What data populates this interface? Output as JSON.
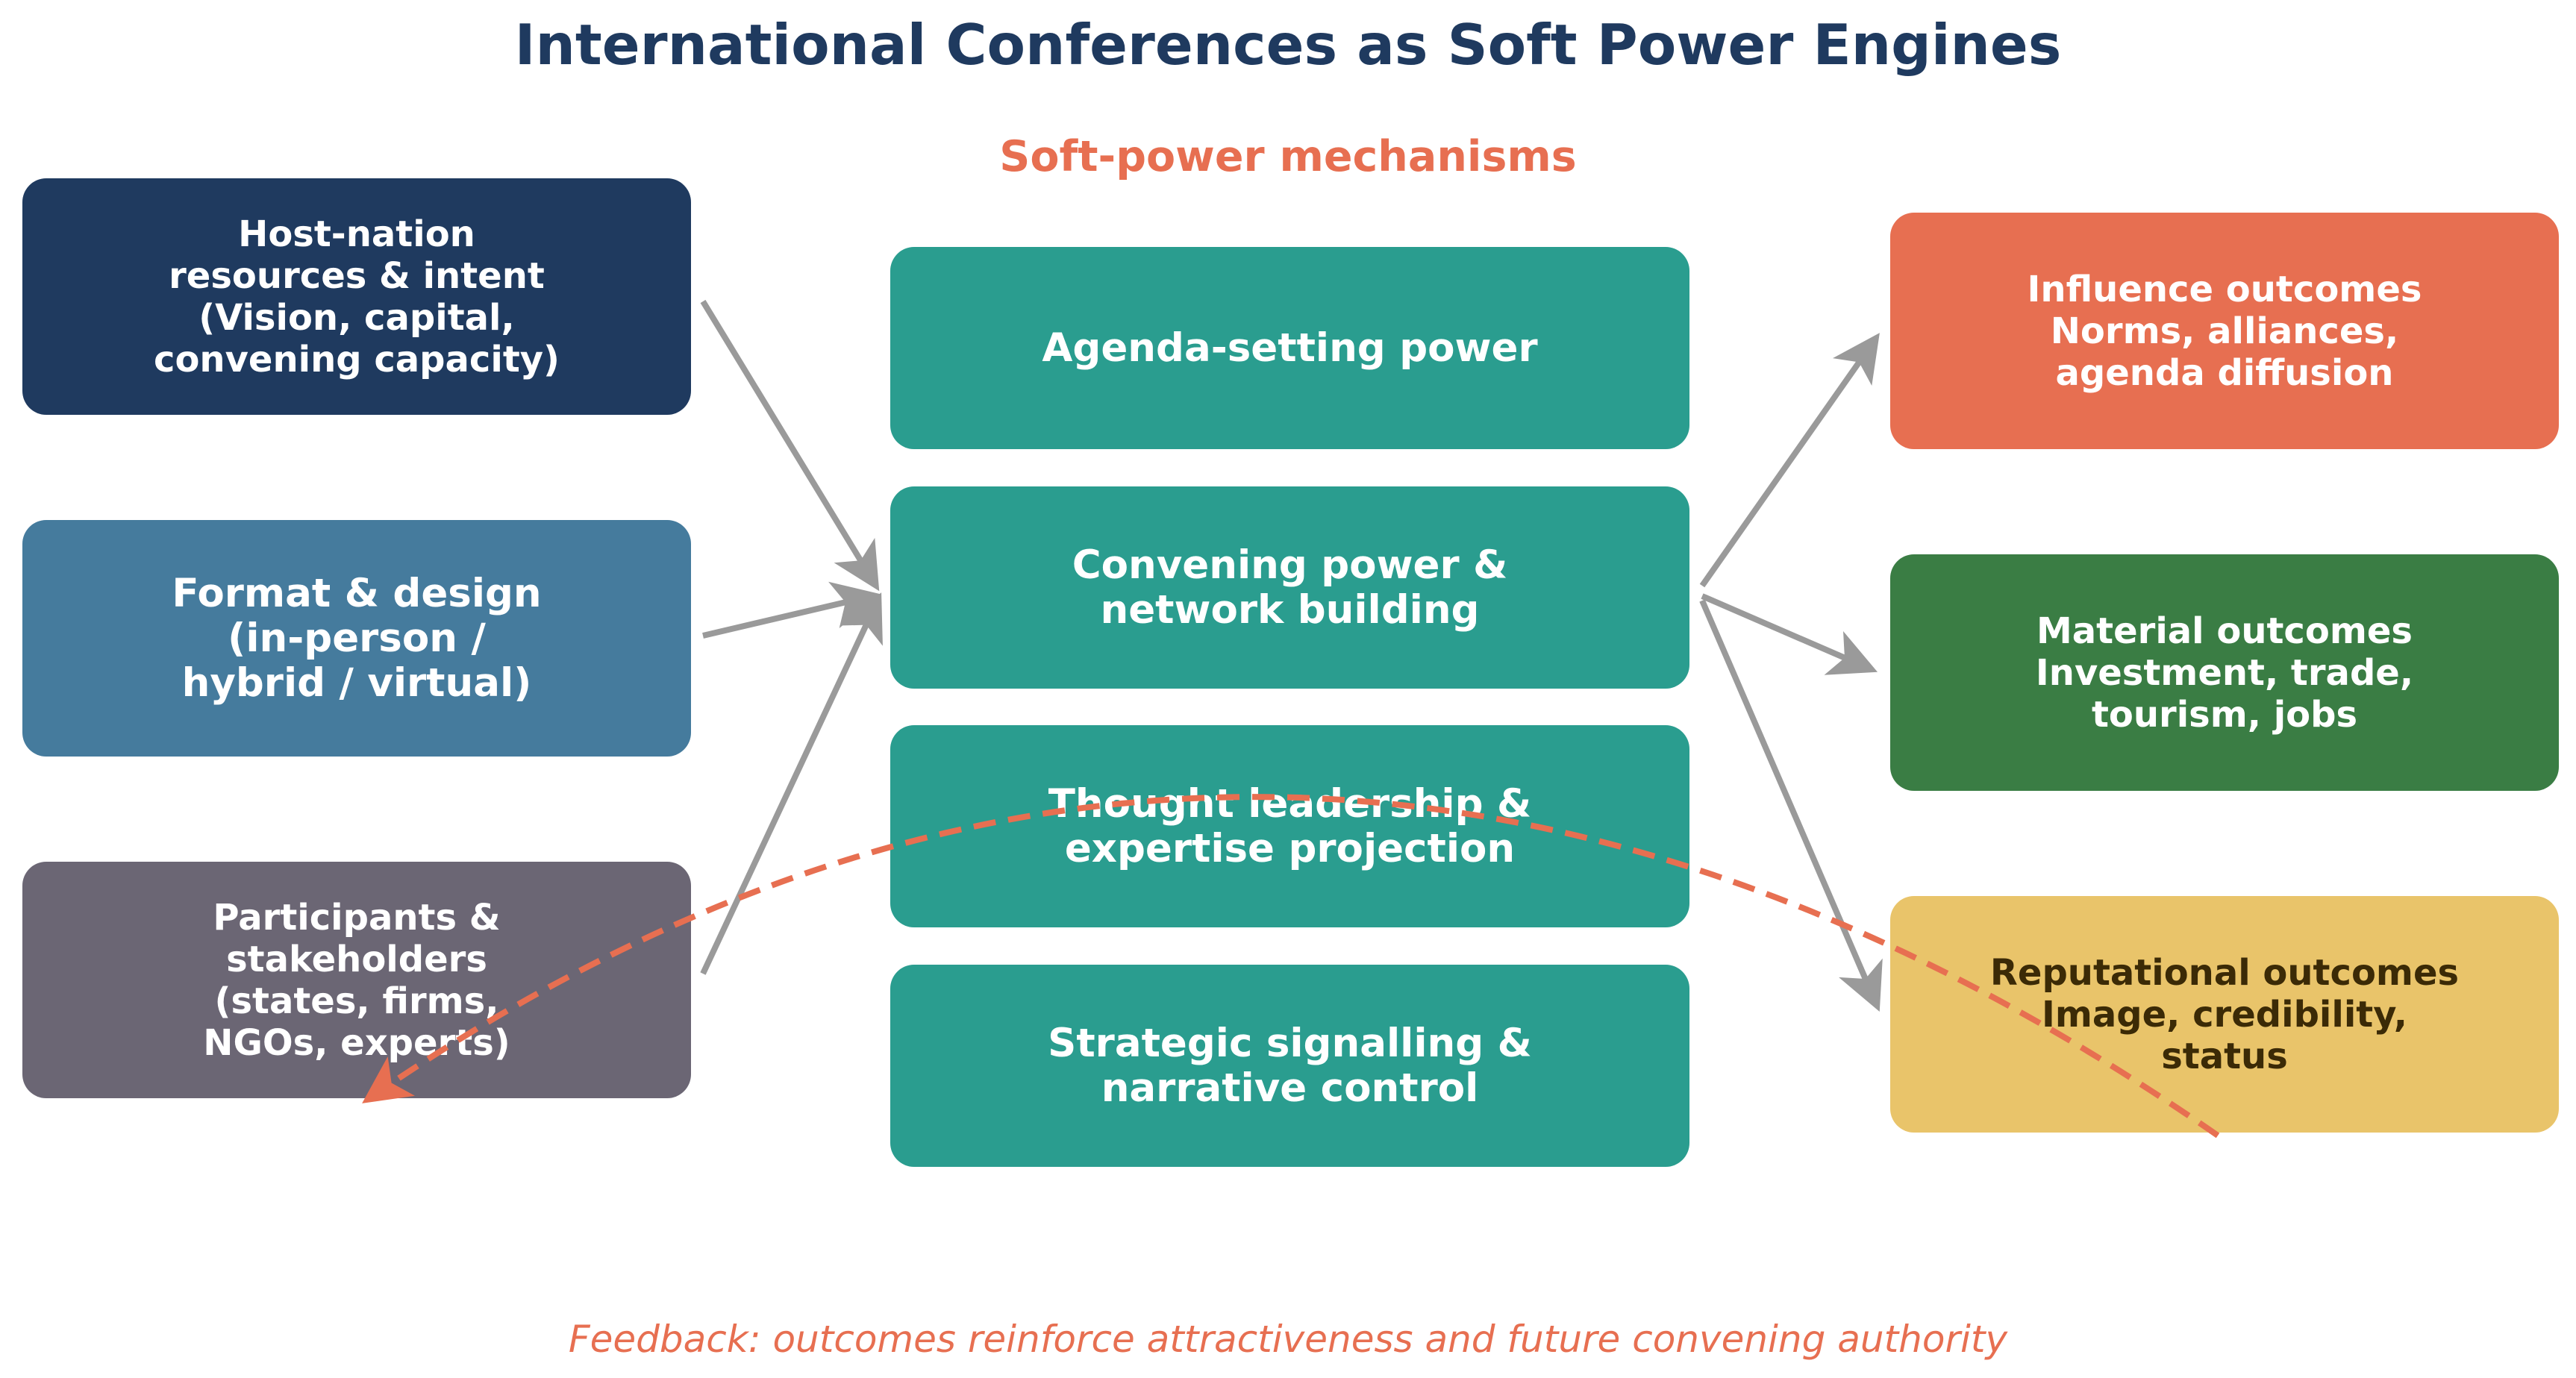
{
  "title": "International Conferences as Soft Power Engines",
  "subtitle": "Soft-power mechanisms",
  "inputs": [
    {
      "lines": [
        "Host-nation",
        "resources & intent",
        "(Vision, capital,",
        "convening capacity)"
      ]
    },
    {
      "lines": [
        "Format & design",
        "(in-person /",
        "hybrid / virtual)"
      ]
    },
    {
      "lines": [
        "Participants &",
        "stakeholders",
        "(states, firms,",
        "NGOs, experts)"
      ]
    }
  ],
  "mechanisms": [
    {
      "lines": [
        "Agenda-setting power"
      ]
    },
    {
      "lines": [
        "Convening power &",
        "network building"
      ]
    },
    {
      "lines": [
        "Thought leadership &",
        "expertise projection"
      ]
    },
    {
      "lines": [
        "Strategic signalling &",
        "narrative control"
      ]
    }
  ],
  "outcomes": [
    {
      "lines": [
        "Influence outcomes",
        "Norms, alliances,",
        "agenda diffusion"
      ]
    },
    {
      "lines": [
        "Material outcomes",
        "Investment, trade,",
        "tourism, jobs"
      ]
    },
    {
      "lines": [
        "Reputational outcomes",
        "Image, credibility,",
        "status"
      ]
    }
  ],
  "feedback_caption": "Feedback: outcomes reinforce attractiveness and future convening authority",
  "colors": {
    "title": "#1f3a5f",
    "accent": "#e76f51",
    "host": "#1f3a5f",
    "format": "#457b9d",
    "participants": "#6b6674",
    "mechanism": "#2a9d8f",
    "influence": "#e76f51",
    "material": "#3a7d44",
    "reputational": "#e9c46a",
    "reputational_text": "#3b2a06",
    "arrow": "#9a9a9a"
  }
}
